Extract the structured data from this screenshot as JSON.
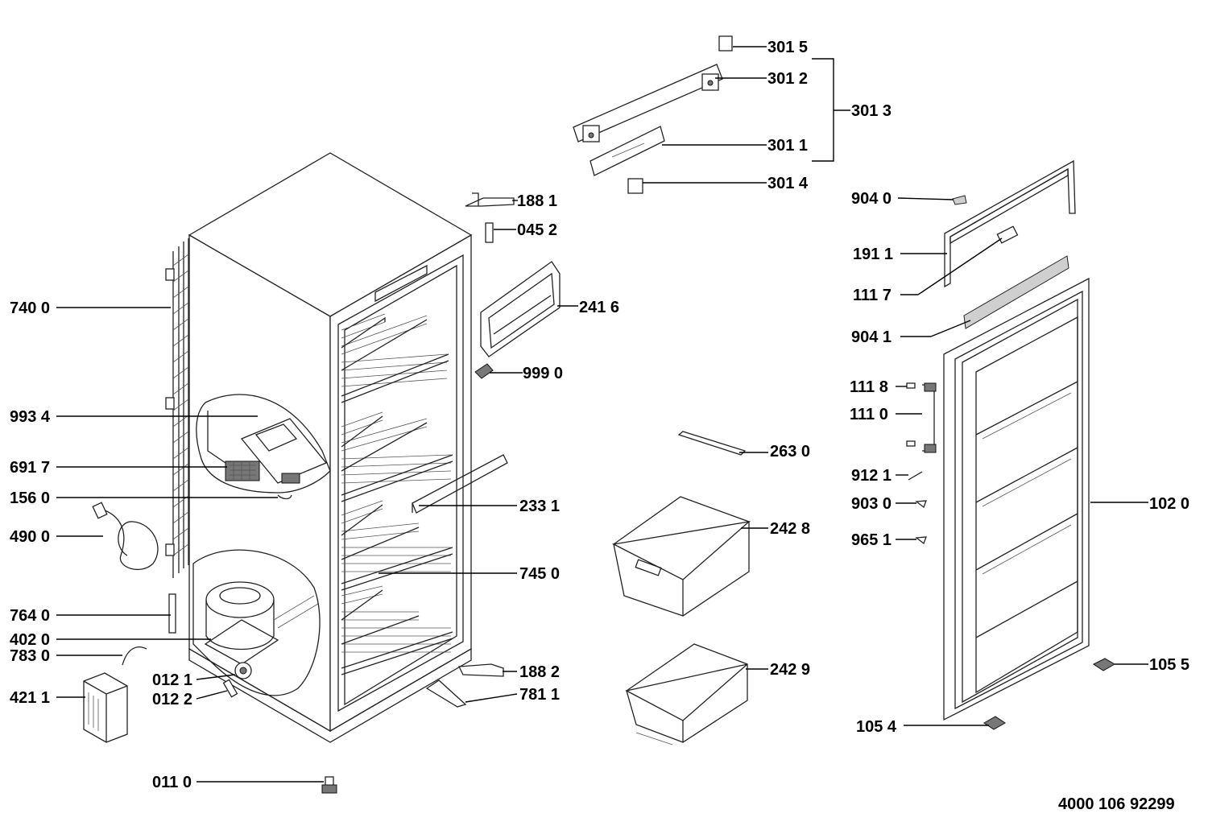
{
  "labels": {
    "l3015": "301 5",
    "l3012": "301 2",
    "l3013": "301 3",
    "l3011": "301 1",
    "l3014": "301 4",
    "l1881": "188 1",
    "l0452": "045 2",
    "l2416": "241 6",
    "l9990": "999 0",
    "l7400": "740 0",
    "l9934": "993 4",
    "l6917": "691 7",
    "l1560": "156 0",
    "l4900": "490 0",
    "l7640": "764 0",
    "l4020": "402 0",
    "l7830": "783 0",
    "l4211": "421 1",
    "l0121": "012 1",
    "l0122": "012 2",
    "l0110": "011 0",
    "l2331": "233 1",
    "l7450": "745 0",
    "l1882": "188 2",
    "l7811": "781 1",
    "l2630": "263 0",
    "l2428": "242 8",
    "l2429": "242 9",
    "l9040": "904 0",
    "l1911": "191 1",
    "l1117": "111 7",
    "l9041": "904 1",
    "l1118": "111 8",
    "l1110": "111 0",
    "l9121": "912 1",
    "l9030": "903 0",
    "l9651": "965 1",
    "l1020": "102 0",
    "l1055": "105 5",
    "l1054": "105 4"
  },
  "document_number": "4000 106 92299"
}
